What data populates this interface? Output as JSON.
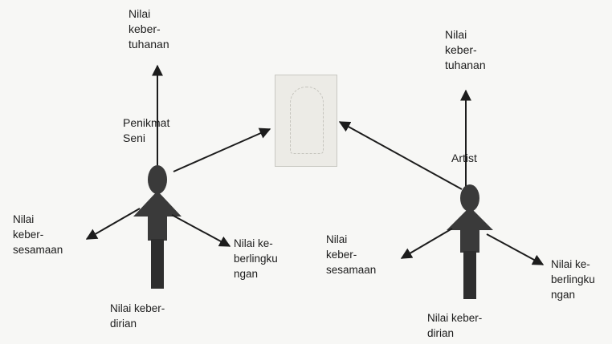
{
  "left_figure": {
    "top_label": "Nilai\nkeber-\ntuhanan",
    "role_label": "Penikmat\nSeni",
    "left_label": "Nilai\nkeber-\nsesamaan",
    "right_label": "Nilai ke-\nberlingku\nngan",
    "bottom_label": "Nilai keber-\ndirian"
  },
  "right_figure": {
    "top_label": "Nilai\nkeber-\ntuhanan",
    "role_label": "Artist",
    "left_label": "Nilai\nkeber-\nsesamaan",
    "right_label": "Nilai ke-\nberlingku\nngan",
    "bottom_label": "Nilai keber-\ndirian"
  },
  "colors": {
    "ink": "#1c1c1c",
    "figure_fill": "#3a3a3a",
    "artwork_fill": "#ecebe6"
  },
  "icons": {
    "artwork": "artwork-frame-icon",
    "person": "person-figure-icon"
  }
}
